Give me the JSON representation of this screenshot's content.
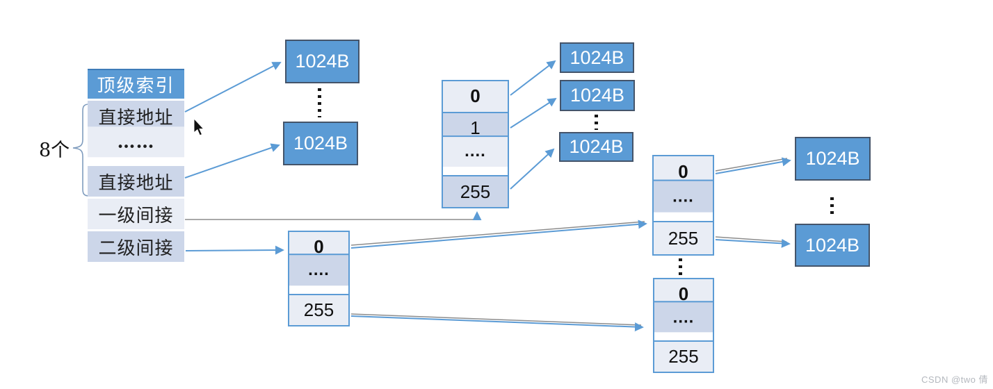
{
  "page": {
    "watermark": "CSDN @two 倩"
  },
  "colors": {
    "accent_blue": "#5b9bd5",
    "block_border": "#44546a",
    "row_dark": "#ccd6e9",
    "row_light": "#e9edf5",
    "arrow_blue": "#5b9bd5",
    "connector_gray": "#8c8c8c",
    "brace_blue": "#7f9cbe",
    "watermark_gray": "#b4b8be"
  },
  "labels": {
    "count": "8个",
    "block": "1024B"
  },
  "top_index_table": {
    "header": "顶级索引",
    "rows": [
      "直接地址",
      "……",
      "直接地址",
      "一级间接",
      "二级间接"
    ]
  },
  "level1_table": {
    "rows": [
      "0",
      "1",
      "....",
      "255"
    ]
  },
  "second_level_index_table": {
    "rows": [
      "0",
      "....",
      "255"
    ]
  },
  "level2_table_top": {
    "rows": [
      "0",
      "....",
      "255"
    ]
  },
  "level2_table_bottom": {
    "rows": [
      "0",
      "....",
      "255"
    ]
  }
}
